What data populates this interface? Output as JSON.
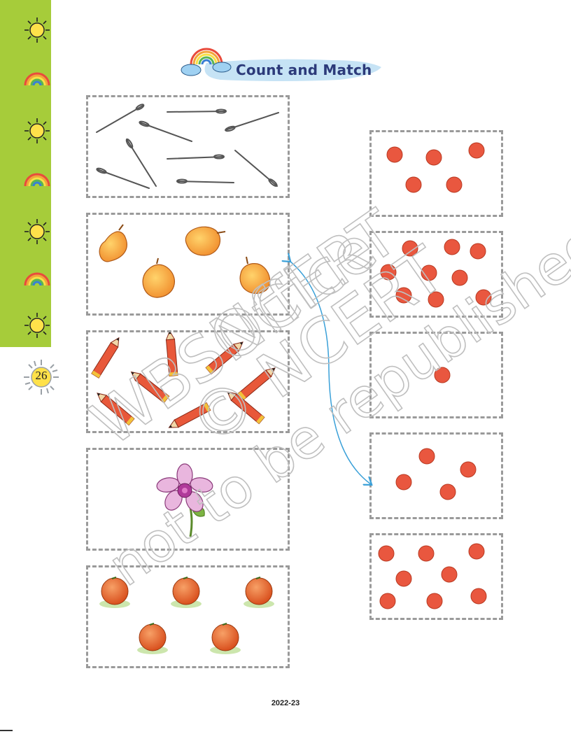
{
  "title": "Count and Match",
  "page_number": "26",
  "footer_year": "2022-23",
  "watermark": {
    "line1": "NCERT",
    "line2": "© NCERT",
    "line3": "not to be republished",
    "line4": "WBSOffice"
  },
  "side_icons": [
    "sun-icon",
    "rainbow-icon",
    "sun-icon",
    "rainbow-icon",
    "sun-icon",
    "rainbow-icon",
    "sun-icon"
  ],
  "left_boxes": [
    {
      "name": "needles-box",
      "item": "needle-icon",
      "count": 9
    },
    {
      "name": "mangoes-box",
      "item": "mango-icon",
      "count": 4
    },
    {
      "name": "pencils-box",
      "item": "pencil-icon",
      "count": 8
    },
    {
      "name": "flower-box",
      "item": "flower-icon",
      "count": 1
    },
    {
      "name": "oranges-box",
      "item": "orange-icon",
      "count": 5
    }
  ],
  "right_boxes": [
    {
      "name": "dots-box-5",
      "item": "red-dot",
      "count": 5
    },
    {
      "name": "dots-box-9",
      "item": "red-dot",
      "count": 9
    },
    {
      "name": "dots-box-1",
      "item": "red-dot",
      "count": 1
    },
    {
      "name": "dots-box-4",
      "item": "red-dot",
      "count": 4
    },
    {
      "name": "dots-box-8",
      "item": "red-dot",
      "count": 8
    }
  ],
  "colors": {
    "strip": "#a6cc3a",
    "dot": "#e9573f",
    "arrow": "#3aa0d8",
    "title": "#2c3a7a"
  }
}
